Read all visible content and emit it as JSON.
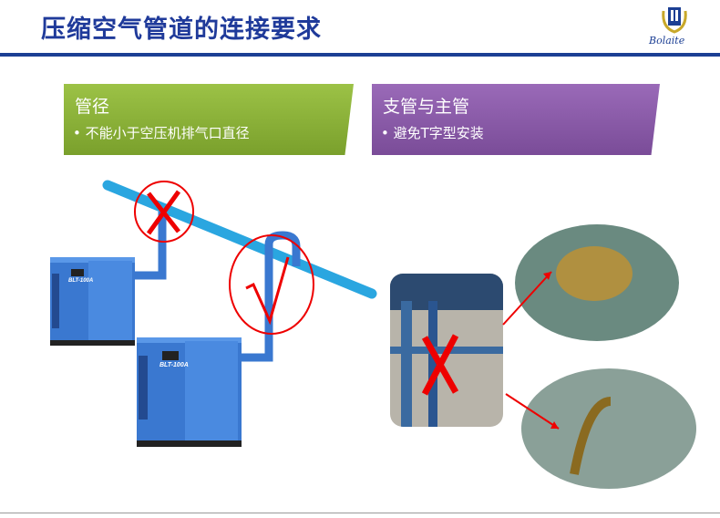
{
  "slide": {
    "title": "压缩空气管道的连接要求"
  },
  "logo": {
    "text": "Bolaite"
  },
  "left_box": {
    "heading": "管径",
    "bullet": "•  不能小于空压机排气口直径",
    "color": "#8fb33a"
  },
  "right_box": {
    "heading": "支管与主管",
    "bullet": "•  避免T字型安装",
    "color": "#8a5aa8"
  },
  "diagram": {
    "wrong_mark": "X",
    "right_mark": "√",
    "compressor_model": "BLT-100A"
  },
  "colors": {
    "pipe": "#2aa6e0",
    "compressor": "#3a78d0",
    "mark": "#e00000"
  }
}
